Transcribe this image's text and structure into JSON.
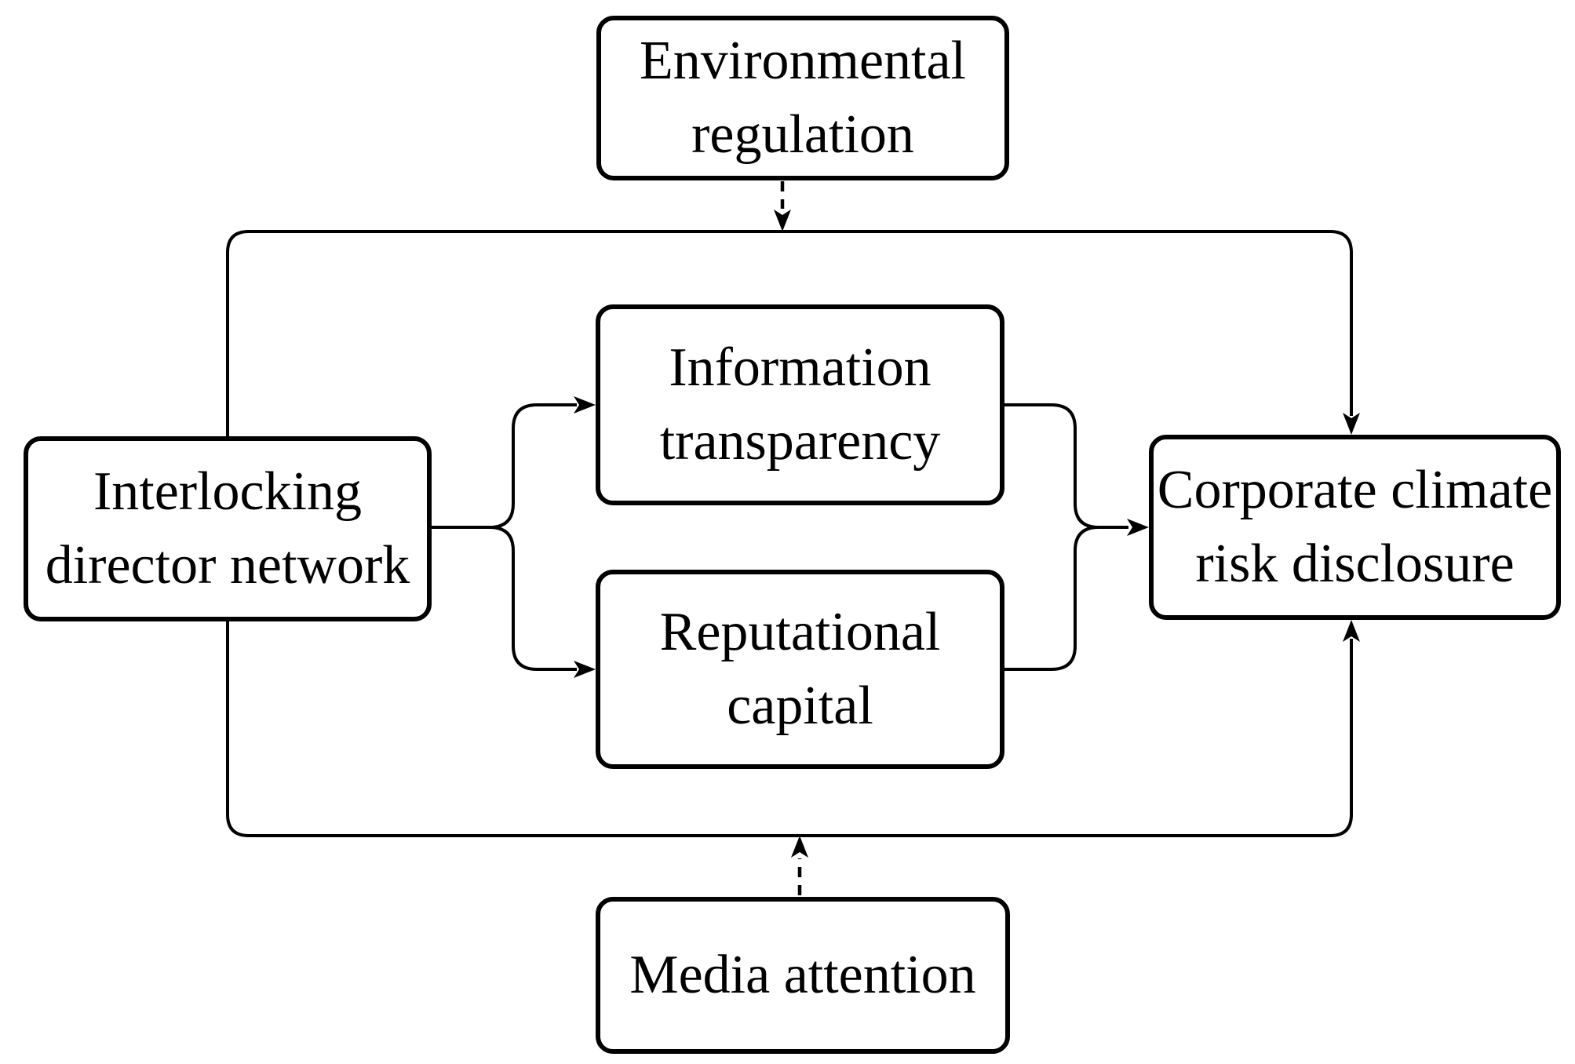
{
  "diagram": {
    "boxes": {
      "environmental_regulation": {
        "lines": [
          "Environmental",
          "regulation"
        ]
      },
      "interlocking_director_network": {
        "lines": [
          "Interlocking",
          "director network"
        ]
      },
      "information_transparency": {
        "lines": [
          "Information",
          "transparency"
        ]
      },
      "reputational_capital": {
        "lines": [
          "Reputational",
          "capital"
        ]
      },
      "corporate_climate_risk_disclosure": {
        "lines": [
          "Corporate climate",
          "risk disclosure"
        ]
      },
      "media_attention": {
        "lines": [
          "Media attention"
        ]
      }
    },
    "colors": {
      "line": "#000000",
      "box_fill": "#ffffff",
      "text": "#000000",
      "background": "#ffffff"
    }
  }
}
